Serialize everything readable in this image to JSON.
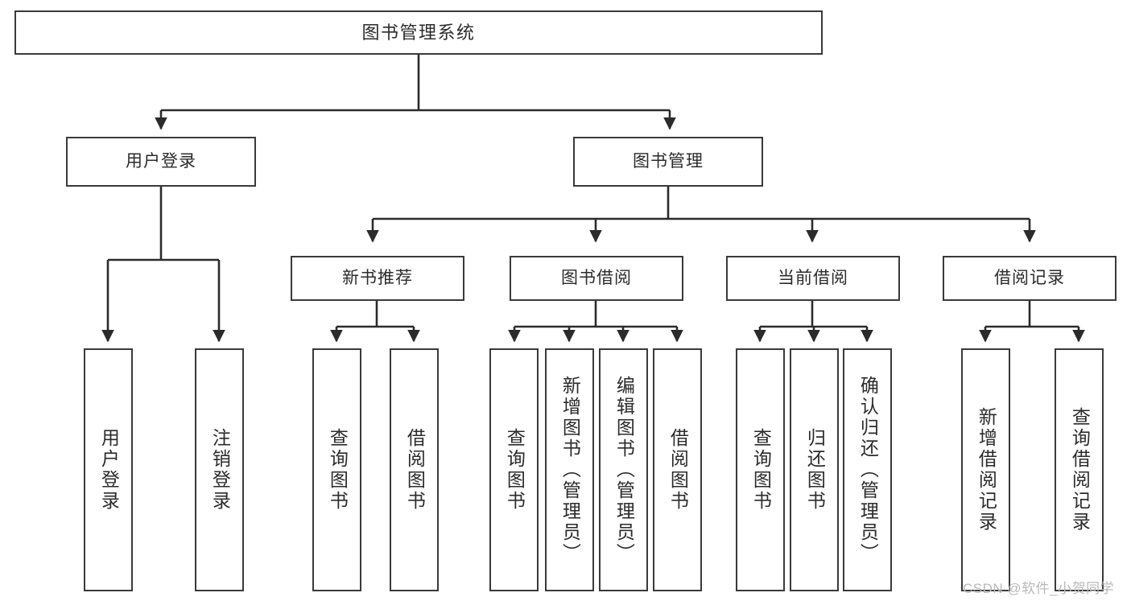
{
  "diagram": {
    "title": "图书管理系统",
    "type": "tree-hierarchy-diagram",
    "theme": {
      "background": "#ffffff",
      "node_border": "#3a3a3a",
      "node_fill": "#ffffff",
      "edge_color": "#2b2b2b",
      "text_color": "#2b2b2b",
      "watermark_color": "#b9b9b9"
    },
    "watermark": "CSDN @软件_小贺同学",
    "nodes": {
      "root": {
        "label": "图书管理系统",
        "level": 0,
        "orientation": "horizontal"
      },
      "l1": [
        {
          "id": "user_login",
          "label": "用户登录",
          "orientation": "horizontal"
        },
        {
          "id": "book_mgmt",
          "label": "图书管理",
          "orientation": "horizontal"
        }
      ],
      "l2": [
        {
          "id": "new_book_rec",
          "label": "新书推荐",
          "parent": "book_mgmt",
          "orientation": "horizontal"
        },
        {
          "id": "book_borrow",
          "label": "图书借阅",
          "parent": "book_mgmt",
          "orientation": "horizontal"
        },
        {
          "id": "current_borrow",
          "label": "当前借阅",
          "parent": "book_mgmt",
          "orientation": "horizontal"
        },
        {
          "id": "borrow_record",
          "label": "借阅记录",
          "parent": "book_mgmt",
          "orientation": "horizontal"
        }
      ],
      "leaves": [
        {
          "id": "leaf_user_login",
          "label": "用户登录",
          "parent": "user_login",
          "orientation": "vertical"
        },
        {
          "id": "leaf_user_logout",
          "label": "注销登录",
          "parent": "user_login",
          "orientation": "vertical"
        },
        {
          "id": "leaf_query_book_1",
          "label": "查询图书",
          "parent": "new_book_rec",
          "orientation": "vertical"
        },
        {
          "id": "leaf_borrow_book_1",
          "label": "借阅图书",
          "parent": "new_book_rec",
          "orientation": "vertical"
        },
        {
          "id": "leaf_query_book_2",
          "label": "查询图书",
          "parent": "book_borrow",
          "orientation": "vertical"
        },
        {
          "id": "leaf_add_book",
          "label": "新增图书（管理员）",
          "parent": "book_borrow",
          "orientation": "vertical"
        },
        {
          "id": "leaf_edit_book",
          "label": "编辑图书（管理员）",
          "parent": "book_borrow",
          "orientation": "vertical"
        },
        {
          "id": "leaf_borrow_book_2",
          "label": "借阅图书",
          "parent": "book_borrow",
          "orientation": "vertical"
        },
        {
          "id": "leaf_query_book_3",
          "label": "查询图书",
          "parent": "current_borrow",
          "orientation": "vertical"
        },
        {
          "id": "leaf_return_book",
          "label": "归还图书",
          "parent": "current_borrow",
          "orientation": "vertical"
        },
        {
          "id": "leaf_confirm_return",
          "label": "确认归还（管理员）",
          "parent": "current_borrow",
          "orientation": "vertical"
        },
        {
          "id": "leaf_add_record",
          "label": "新增借阅记录",
          "parent": "borrow_record",
          "orientation": "vertical"
        },
        {
          "id": "leaf_query_record",
          "label": "查询借阅记录",
          "parent": "borrow_record",
          "orientation": "vertical"
        }
      ]
    }
  }
}
